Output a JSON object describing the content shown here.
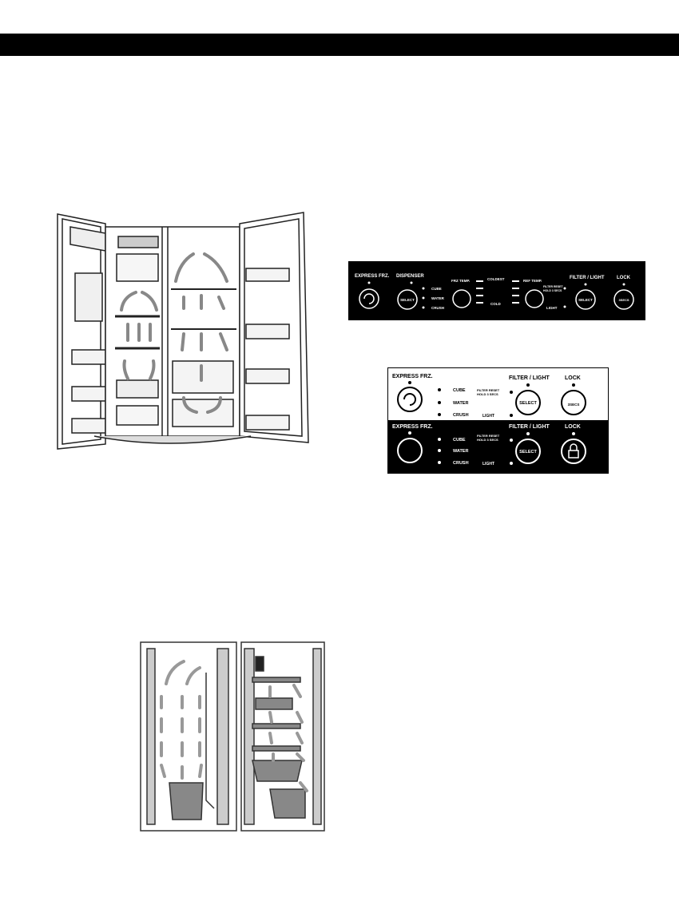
{
  "panel1": {
    "express_frz": "EXPRESS FRZ.",
    "dispenser": "DISPENSER",
    "select": "SELECT",
    "cube": "CUBE",
    "water": "WATER",
    "crush": "CRUSH",
    "frz_temp": "FRZ TEMP.",
    "coldest": "COLDEST",
    "cold": "COLD",
    "ref_temp": "REF TEMP.",
    "filter_light": "FILTER / LIGHT",
    "filter_reset": "FILTER RESET",
    "hold_secs": "HOLD 3 SECS",
    "light": "LIGHT",
    "lock": "LOCK",
    "lock_btn": "3SECS"
  },
  "panel2": {
    "express_frz": "EXPRESS FRZ.",
    "cube": "CUBE",
    "water": "WATER",
    "crush": "CRUSH",
    "filter_reset": "FILTER RESET",
    "hold_secs": "HOLD 3 SECS",
    "filter_light": "FILTER / LIGHT",
    "select": "SELECT",
    "light": "LIGHT",
    "lock": "LOCK",
    "lock_btn": "3SECS"
  },
  "panel3": {
    "express_frz": "EXPRESS FRZ.",
    "cube": "CUBE",
    "water": "WATER",
    "crush": "CRUSH",
    "filter_reset": "FILTER RESET",
    "hold_secs": "HOLD 3 SECS",
    "filter_light": "FILTER / LIGHT",
    "select": "SELECT",
    "light": "LIGHT",
    "lock": "LOCK"
  }
}
